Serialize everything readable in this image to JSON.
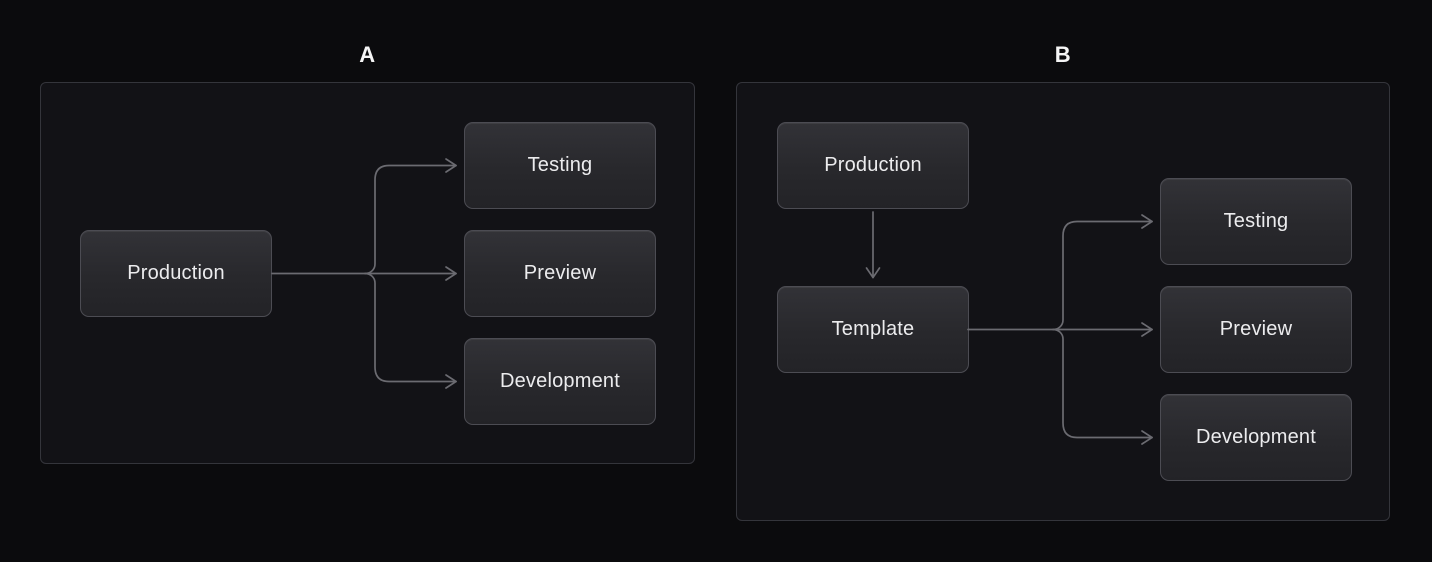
{
  "diagrams": [
    {
      "label": "A",
      "nodes": {
        "production": "Production",
        "testing": "Testing",
        "preview": "Preview",
        "development": "Development"
      },
      "edges": [
        {
          "from": "Production",
          "to": "Testing"
        },
        {
          "from": "Production",
          "to": "Preview"
        },
        {
          "from": "Production",
          "to": "Development"
        }
      ]
    },
    {
      "label": "B",
      "nodes": {
        "production": "Production",
        "template": "Template",
        "testing": "Testing",
        "preview": "Preview",
        "development": "Development"
      },
      "edges": [
        {
          "from": "Production",
          "to": "Template"
        },
        {
          "from": "Template",
          "to": "Testing"
        },
        {
          "from": "Template",
          "to": "Preview"
        },
        {
          "from": "Template",
          "to": "Development"
        }
      ]
    }
  ],
  "colors": {
    "background": "#0b0b0d",
    "panel_border": "#34353b",
    "panel_fill": "#121216",
    "node_fill_top": "#323237",
    "node_fill_bottom": "#232327",
    "node_border": "#4c4c53",
    "node_text": "#ececee",
    "connector": "#6b6b71",
    "label_text": "#f5f5f5"
  }
}
